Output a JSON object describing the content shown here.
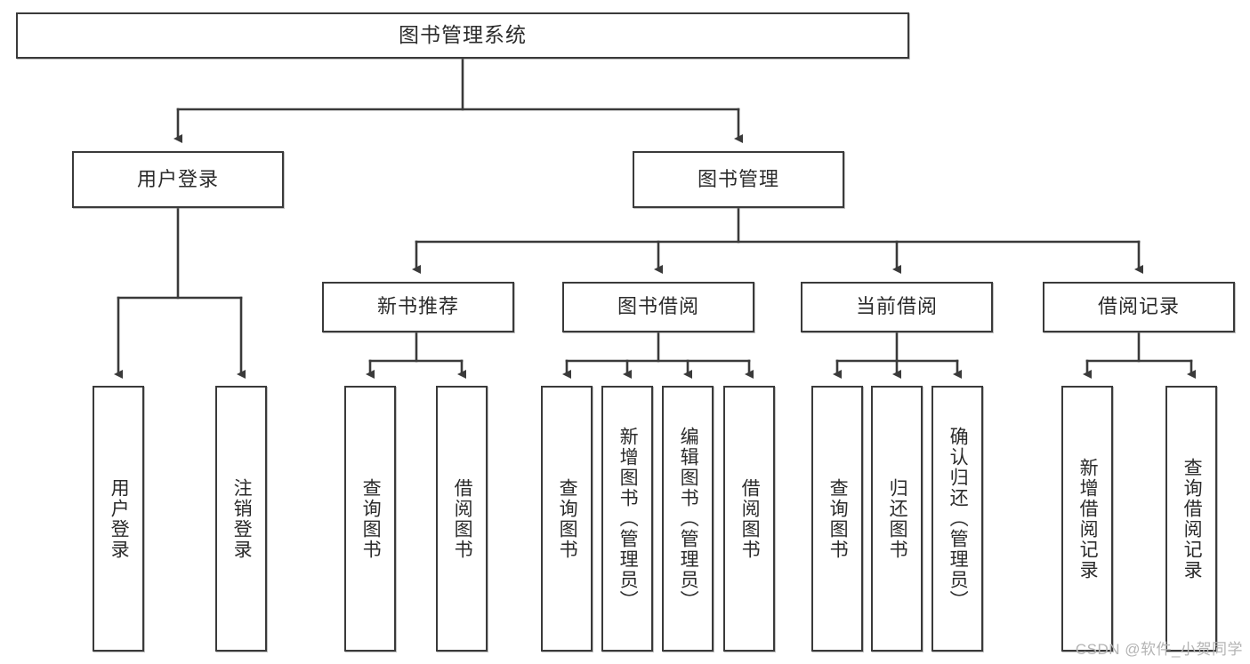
{
  "diagram": {
    "title": "图书管理系统",
    "watermark": "CSDN @软件_小贺同学",
    "line_color": "#3a3a3a",
    "box_fill": "#ffffff",
    "text_color": "#2b2b2b",
    "watermark_color": "#b4b4b4"
  },
  "nodes": {
    "root": {
      "label": "图书管理系统"
    },
    "level2": [
      {
        "label": "用户登录"
      },
      {
        "label": "图书管理"
      }
    ],
    "level3": [
      {
        "label": "新书推荐"
      },
      {
        "label": "图书借阅"
      },
      {
        "label": "当前借阅"
      },
      {
        "label": "借阅记录"
      }
    ],
    "leaves": {
      "user_login": [
        {
          "label": "用户登录"
        },
        {
          "label": "注销登录"
        }
      ],
      "new_book": [
        {
          "label": "查询图书"
        },
        {
          "label": "借阅图书"
        }
      ],
      "book_borrow": [
        {
          "label": "查询图书"
        },
        {
          "label": "新增图书（管理员）"
        },
        {
          "label": "编辑图书（管理员）"
        },
        {
          "label": "借阅图书"
        }
      ],
      "current_borrow": [
        {
          "label": "查询图书"
        },
        {
          "label": "归还图书"
        },
        {
          "label": "确认归还（管理员）"
        }
      ],
      "borrow_record": [
        {
          "label": "新增借阅记录"
        },
        {
          "label": "查询借阅记录"
        }
      ]
    }
  }
}
